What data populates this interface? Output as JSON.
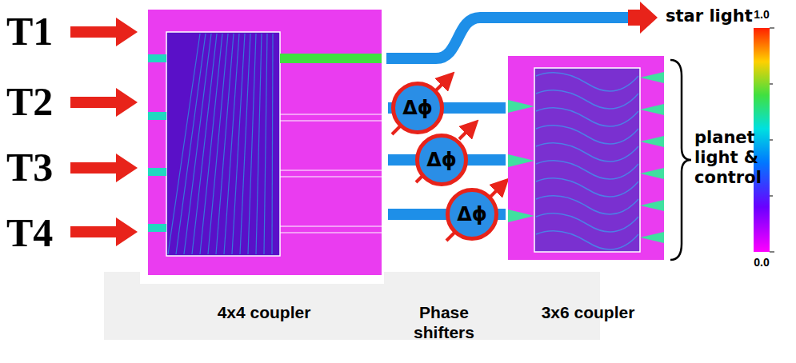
{
  "diagram": {
    "nodes": [
      {
        "text": [
          "Δϕ"
        ]
      },
      {
        "text": [
          "Δϕ"
        ]
      },
      {
        "text": [
          "Δϕ"
        ]
      }
    ],
    "edges": [],
    "labels": [
      "T1",
      "T2",
      "T3",
      "T4",
      "star light",
      "4x4 coupler",
      "Phase shifters",
      "3x6 coupler",
      "planet light & control",
      "1.0",
      "0.0"
    ]
  }
}
